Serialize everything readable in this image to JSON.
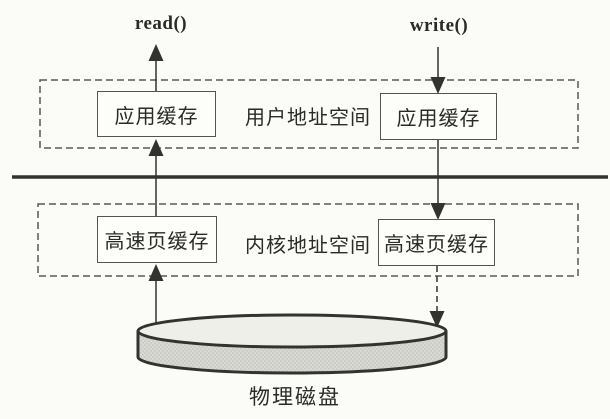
{
  "colors": {
    "ink": "#34322e",
    "box_border": "#55534f",
    "dashed_border": "#5a5852",
    "cylinder_top": "#efefe9",
    "background": "#fbfbf8",
    "text": "#2b2a27"
  },
  "diagram": {
    "read_label": "read()",
    "write_label": "write()",
    "user_space": {
      "label": "用户地址空间",
      "left_box": "应用缓存",
      "right_box": "应用缓存"
    },
    "kernel_space": {
      "label": "内核地址空间",
      "left_box": "高速页缓存",
      "right_box": "高速页缓存"
    },
    "disk_label": "物理磁盘"
  }
}
